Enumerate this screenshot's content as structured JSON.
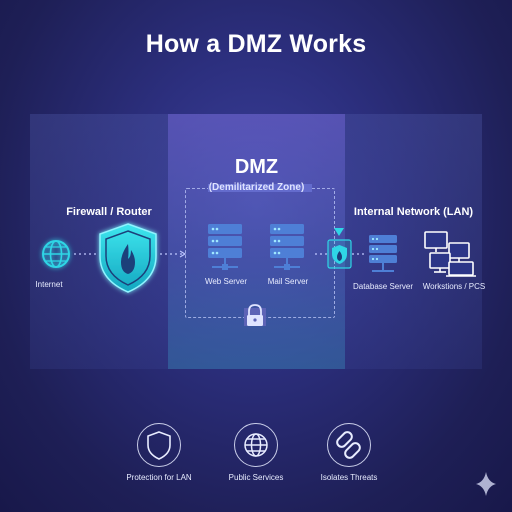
{
  "title": "How a DMZ Works",
  "zones": {
    "dmz_title": "DMZ",
    "dmz_subtitle": "(Demilitarized Zone)",
    "firewall_label": "Firewall / Router",
    "lan_label": "Internal Network (LAN)"
  },
  "nodes": {
    "internet": "Internet",
    "web_server": "Web Server",
    "mail_server": "Mail Server",
    "database_server": "Database Server",
    "workstations": "Workstions / PCS"
  },
  "features": [
    {
      "label": "Protection for LAN",
      "icon": "shield-icon"
    },
    {
      "label": "Public Services",
      "icon": "globe-icon"
    },
    {
      "label": "Isolates Threats",
      "icon": "broken-chain-icon"
    }
  ],
  "colors": {
    "accent": "#2fd6e6",
    "background": "#2c2f7e"
  }
}
